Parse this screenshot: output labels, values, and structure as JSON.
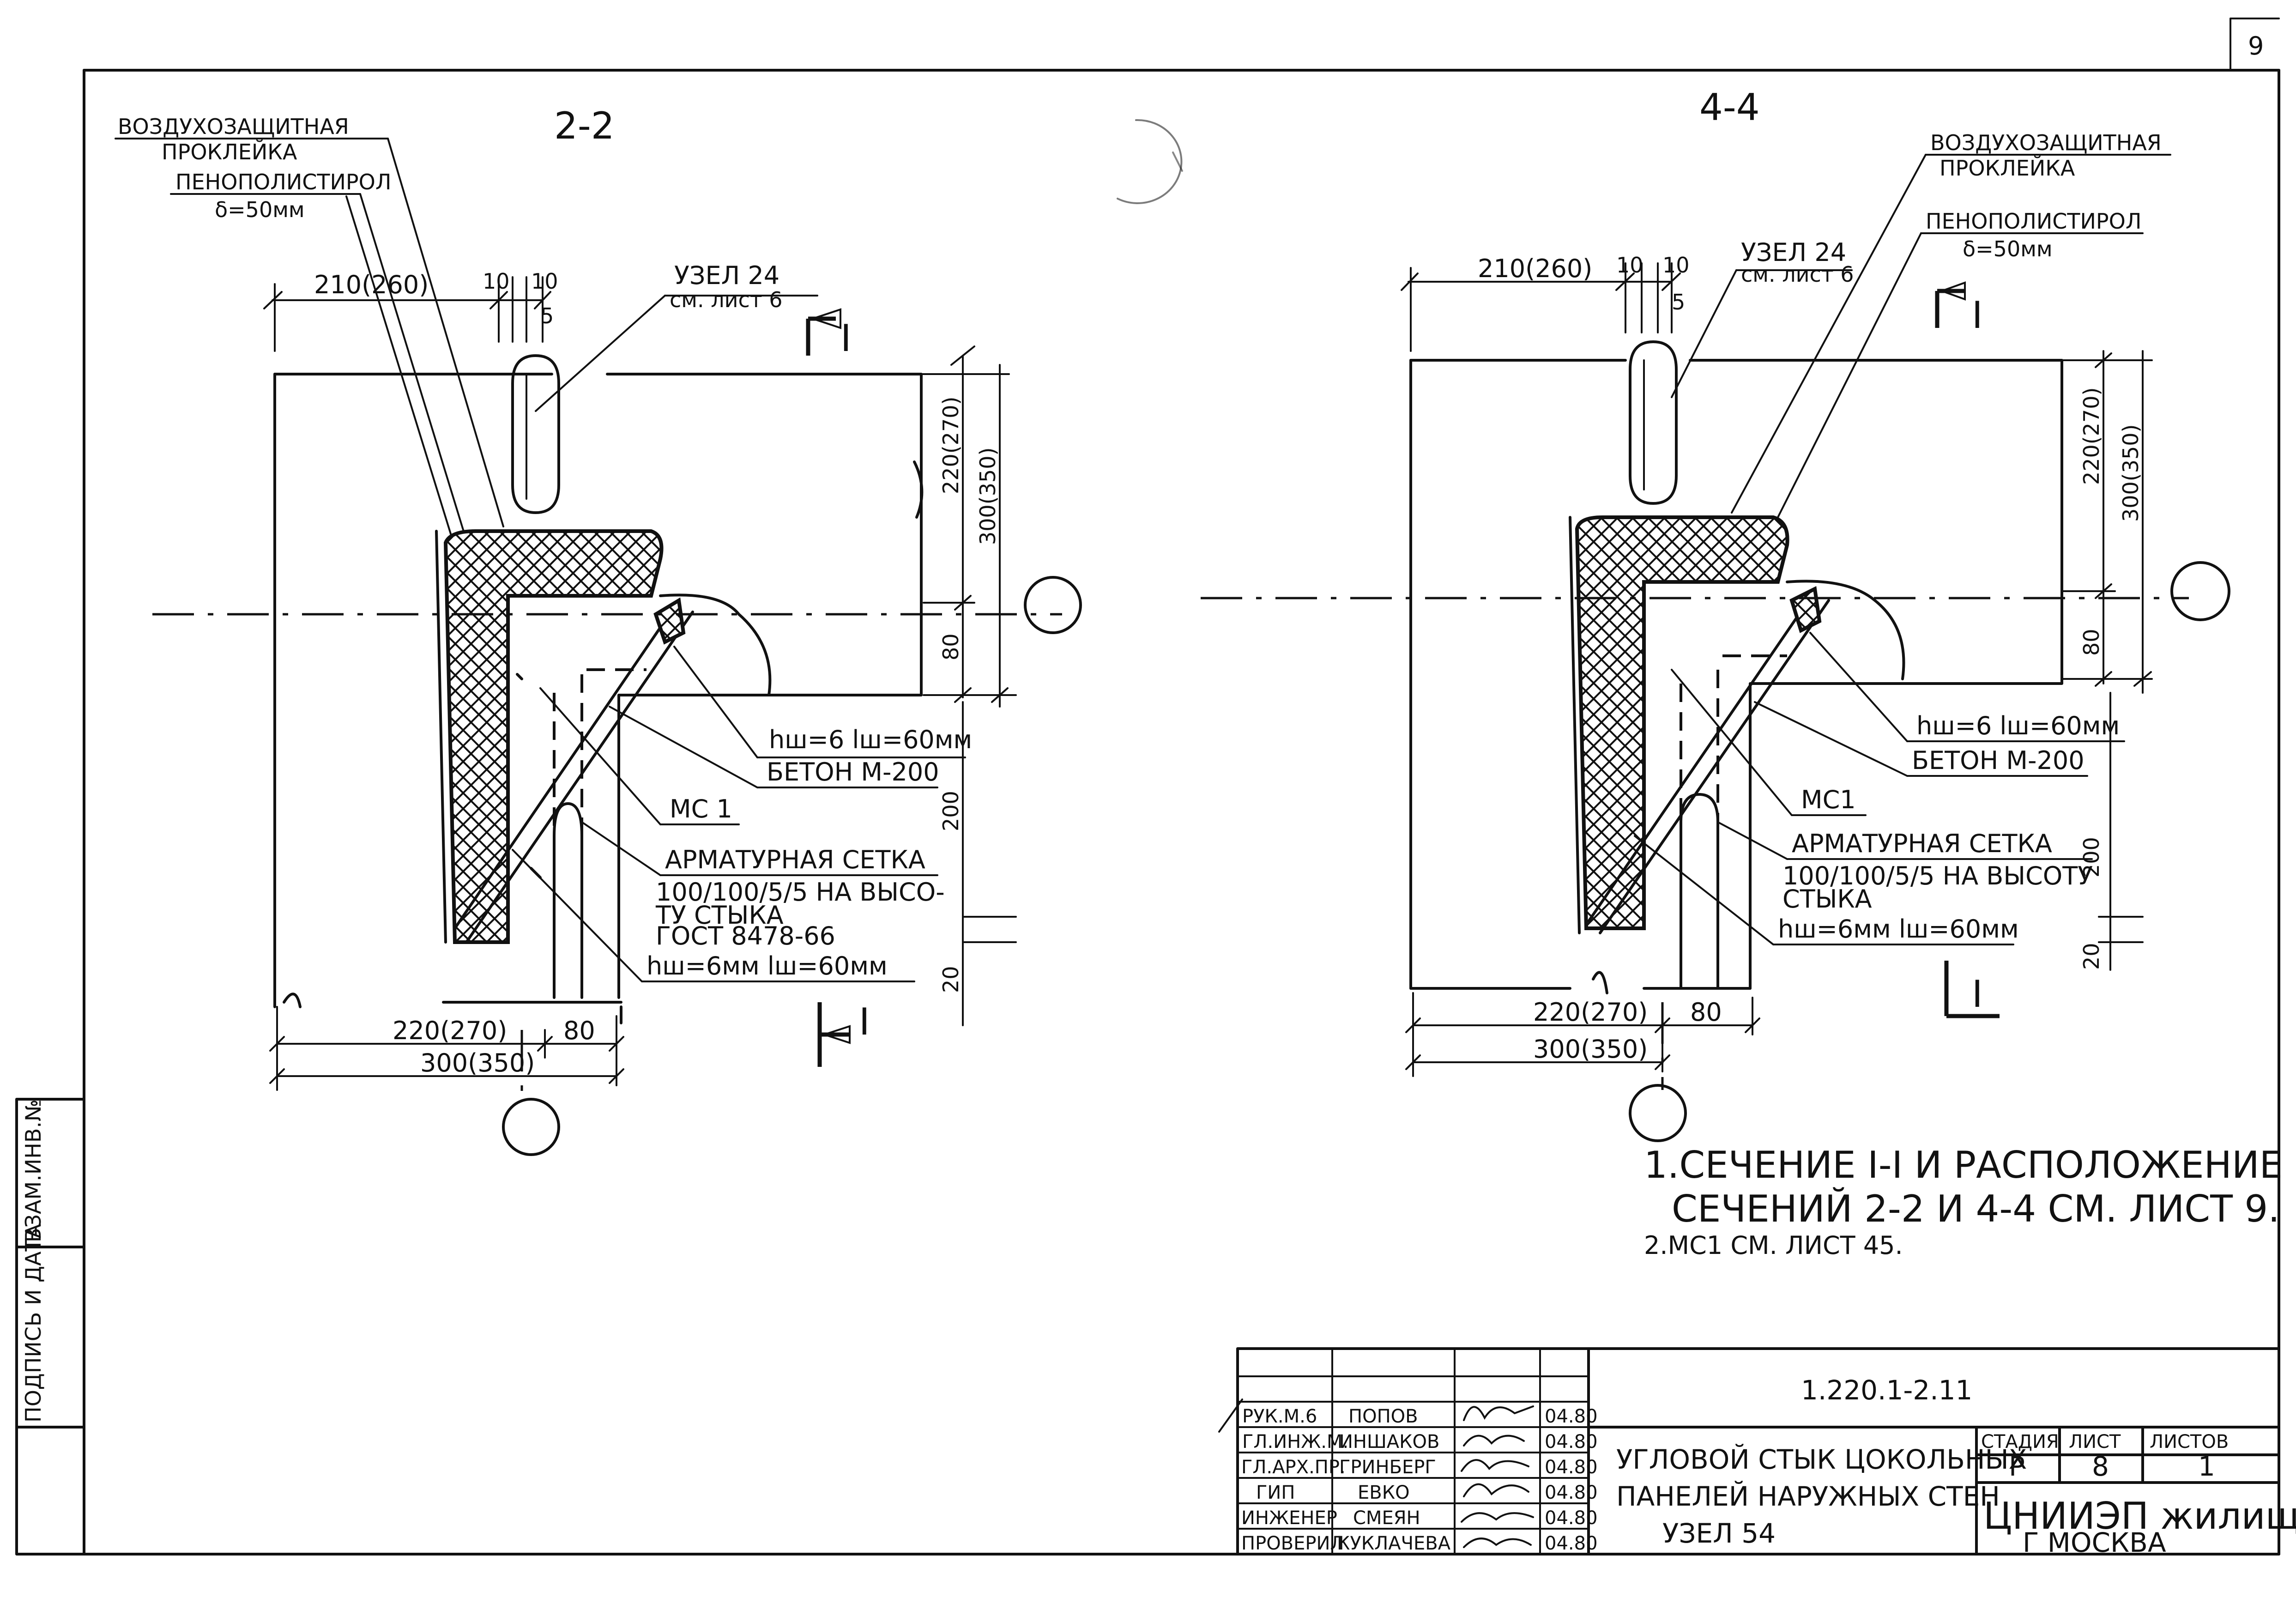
{
  "page_number": "9",
  "views": [
    {
      "title": "2-2",
      "labels": {
        "air_barrier": "ВОЗДУХОЗАЩИТНАЯ",
        "air_barrier_2": "ПРОКЛЕЙКА",
        "foam": "ПЕНОПОЛИСТИРОЛ",
        "foam_thickness": "δ=50мм",
        "node_ref": "УЗЕЛ 24",
        "node_sheet": "см. лист 6",
        "section_mark": "I",
        "weld": "hш=6  lш=60мм",
        "concrete": "БЕТОН М-200",
        "mesh_item": "МС 1",
        "mesh": "АРМАТУРНАЯ СЕТКА",
        "mesh_2": "100/100/5/5 НА ВЫСО-",
        "mesh_3": "ТУ СТЫКА",
        "mesh_4": "ГОСТ 8478-66",
        "weld_2": "hш=6мм lш=60мм"
      },
      "dims": {
        "top_width": "210(260)",
        "gap_10a": "10",
        "gap_10b": "10",
        "gap_5": "5",
        "v_220": "220(270)",
        "v_300": "300(350)",
        "v_80": "80",
        "v_200": "200",
        "v_20": "20",
        "b_220": "220(270)",
        "b_80": "80",
        "b_300": "300(350)"
      }
    },
    {
      "title": "4-4",
      "labels": {
        "air_barrier": "ВОЗДУХОЗАЩИТНАЯ",
        "air_barrier_2": "ПРОКЛЕЙКА",
        "foam": "ПЕНОПОЛИСТИРОЛ",
        "foam_thickness": "δ=50мм",
        "node_ref": "УЗЕЛ 24",
        "node_sheet": "см. лист 6",
        "section_mark": "I",
        "weld": "hш=6  lш=60мм",
        "concrete": "БЕТОН М-200",
        "mesh_item": "МС1",
        "mesh": "АРМАТУРНАЯ СЕТКА",
        "mesh_2": "100/100/5/5 НА ВЫСОТУ",
        "mesh_3": "СТЫКА",
        "weld_2": "hш=6мм lш=60мм"
      },
      "dims": {
        "top_width": "210(260)",
        "gap_10a": "10",
        "gap_10b": "10",
        "gap_5": "5",
        "v_220": "220(270)",
        "v_300": "300(350)",
        "v_80": "80",
        "v_200": "200",
        "v_20": "20",
        "b_220": "220(270)",
        "b_80": "80",
        "b_300": "300(350)"
      }
    }
  ],
  "notes": [
    "1.СЕЧЕНИЕ I-I И РАСПОЛОЖЕНИЕ",
    "СЕЧЕНИЙ 2-2 И 4-4 СМ. ЛИСТ 9.",
    "2.МС1 СМ. ЛИСТ 45."
  ],
  "side_stamp": {
    "inv": "ВЗАМ.ИНВ.№",
    "sign": "ПОДПИСЬ И ДАТА"
  },
  "title_block": {
    "doc_code": "1.220.1-2.11",
    "title_lines": [
      "УГЛОВОЙ СТЫК ЦОКОЛЬНЫХ",
      "ПАНЕЛЕЙ НАРУЖНЫХ СТЕН",
      "УЗЕЛ 54"
    ],
    "stage_header": "СТАДИЯ",
    "sheet_header": "ЛИСТ",
    "sheets_header": "ЛИСТОВ",
    "stage": "Р",
    "sheet": "8",
    "sheets": "1",
    "org": "ЦНИИЭП жилища",
    "city": "Г МОСКВА",
    "people": [
      {
        "role": "РУК.М.6",
        "name": "ПОПОВ",
        "date": "04.80"
      },
      {
        "role": "ГЛ.ИНЖ.М.",
        "name": "ИНШАКОВ",
        "date": "04.80"
      },
      {
        "role": "ГЛ.АРХ.ПР.",
        "name": "ГРИНБЕРГ",
        "date": "04.80"
      },
      {
        "role": "ГИП",
        "name": "ЕВКО",
        "date": "04.80"
      },
      {
        "role": "ИНЖЕНЕР",
        "name": "СМЕЯН",
        "date": "04.80"
      },
      {
        "role": "ПРОВЕРИЛ",
        "name": "КУКЛАЧЕВА",
        "date": "04.80"
      }
    ]
  }
}
